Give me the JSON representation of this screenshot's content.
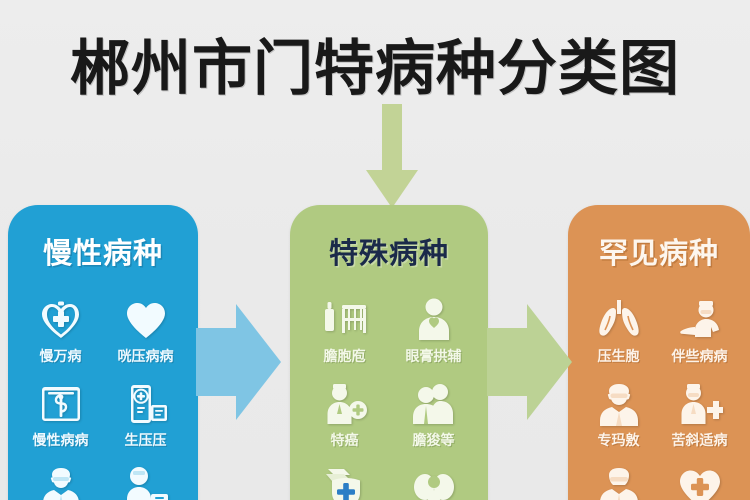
{
  "header": {
    "title": "郴州市门特病种分类图"
  },
  "arrows": {
    "top_down": {
      "name": "down-arrow",
      "color": "#c2d396"
    },
    "chronic_to_special": {
      "name": "right-arrow-blue",
      "color": "#7fc5e4"
    },
    "special_to_rare": {
      "name": "right-arrow-green",
      "color": "#bcd295"
    }
  },
  "panels": [
    {
      "id": "chronic",
      "title": "慢性病种",
      "color": "#21a0d4",
      "title_color": "#ffffff",
      "items": [
        {
          "label": "慢万病",
          "icon": "heart-cross-icon"
        },
        {
          "label": "咣压病病",
          "icon": "heart-icon"
        },
        {
          "label": "慢性病病",
          "icon": "monitor-caduceus-icon"
        },
        {
          "label": "生压压",
          "icon": "phone-medical-icon"
        },
        {
          "label": "",
          "icon": "doctor-icon"
        },
        {
          "label": "",
          "icon": "nurse-clipboard-icon"
        }
      ]
    },
    {
      "id": "special",
      "title": "特殊病种",
      "color": "#b0ca81",
      "title_color": "#1b2a4a",
      "items": [
        {
          "label": "膽胞庖",
          "icon": "iv-drip-bed-icon"
        },
        {
          "label": "眼膏拱辅",
          "icon": "torso-heart-icon"
        },
        {
          "label": "特癌",
          "icon": "doctor-cross-icon"
        },
        {
          "label": "膽狻等",
          "icon": "two-people-icon"
        },
        {
          "label": "",
          "icon": "shield-cross-icon"
        },
        {
          "label": "",
          "icon": "kidney-care-icon"
        }
      ]
    },
    {
      "id": "rare",
      "title": "罕见病种",
      "color": "#dc9355",
      "title_color": "#fdf6ee",
      "items": [
        {
          "label": "压生胞",
          "icon": "lungs-icon"
        },
        {
          "label": "伴些病病",
          "icon": "doctor-hand-icon"
        },
        {
          "label": "专玛敫",
          "icon": "doctor-mask-icon"
        },
        {
          "label": "苦斜适病",
          "icon": "nurse-cross-icon"
        },
        {
          "label": "",
          "icon": "doctor-coat-icon"
        },
        {
          "label": "",
          "icon": "heart-cross-badge-icon"
        }
      ]
    }
  ]
}
